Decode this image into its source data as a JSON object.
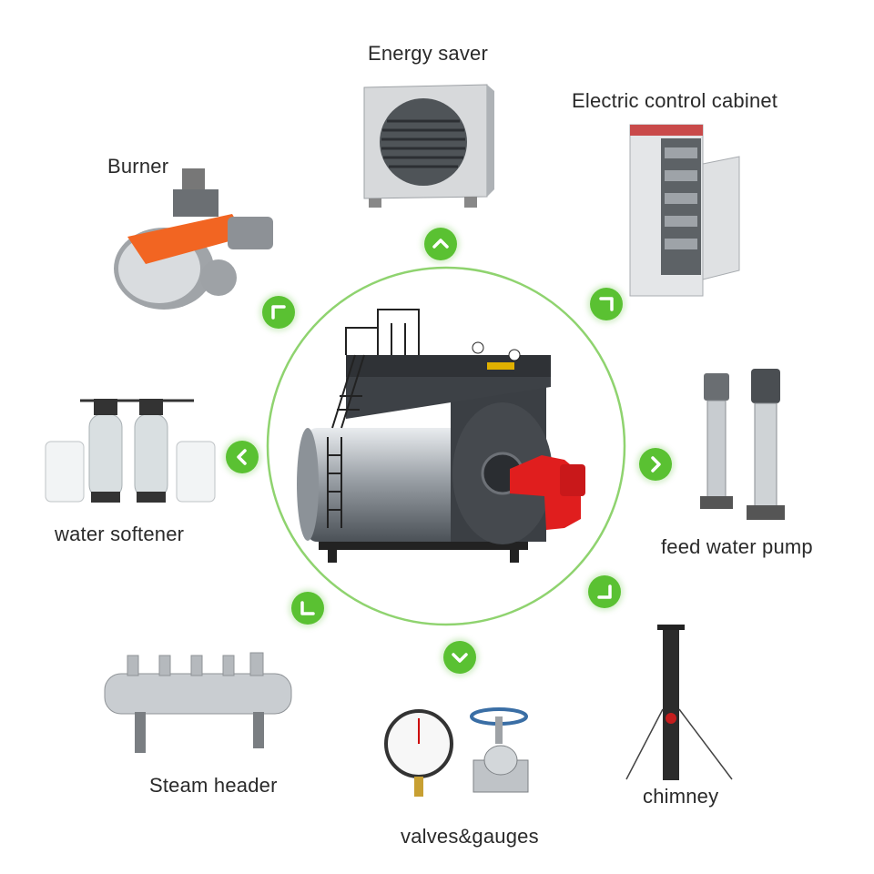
{
  "center": {
    "name": ""
  },
  "components": {
    "energy_saver": "Energy saver",
    "electric_control_cabinet": "Electric control cabinet",
    "burner": "Burner",
    "water_softener": "water softener",
    "feed_water_pump": "feed water pump",
    "steam_header": "Steam header",
    "valves_gauges": "valves&gauges",
    "chimney": "chimney"
  },
  "colors": {
    "accent": "#5ac132",
    "ring": "#8fd36f",
    "burner_orange": "#f26522",
    "burner_red": "#e01e1e",
    "boiler_steel": "#9aa0a6"
  },
  "icons": {
    "arrow_up": "chevron-up-icon",
    "arrow_down": "chevron-down-icon",
    "arrow_left": "chevron-left-icon",
    "arrow_right": "chevron-right-icon",
    "arrow_corner": "corner-arrow-icon"
  }
}
